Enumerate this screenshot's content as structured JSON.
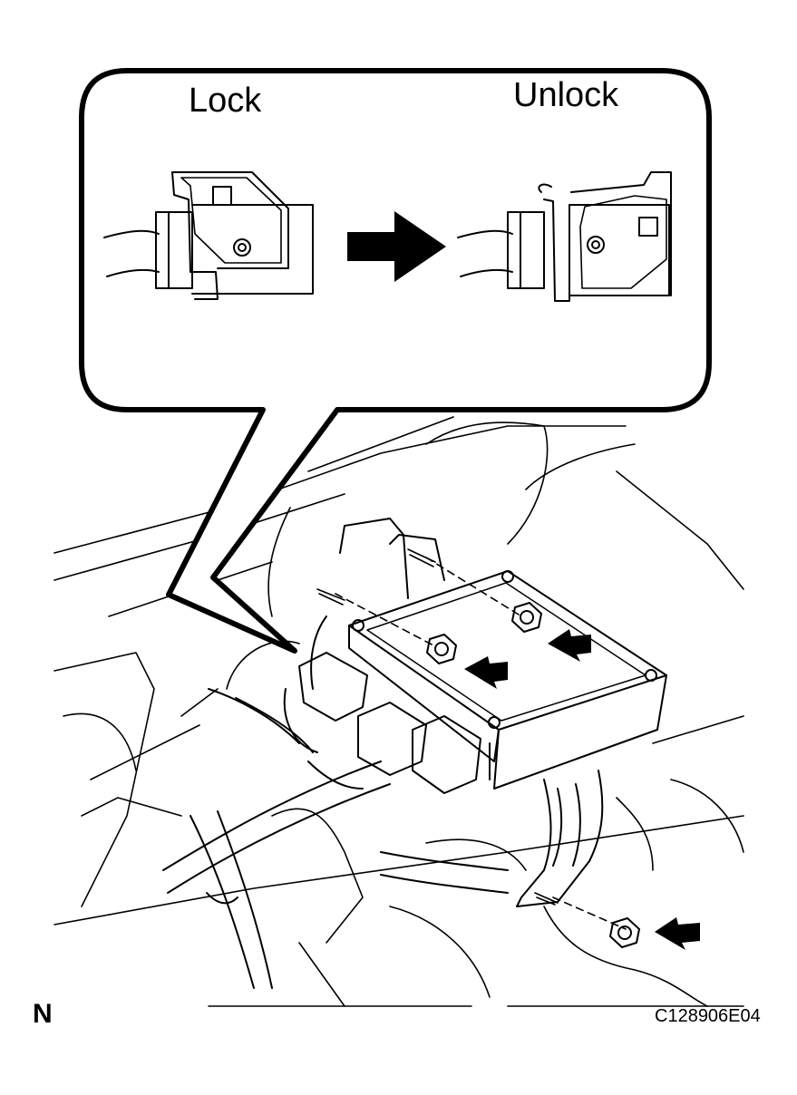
{
  "callout": {
    "lock_label": "Lock",
    "unlock_label": "Unlock"
  },
  "orientation_marker": "N",
  "figure_code": "C128906E04",
  "colors": {
    "line": "#000000",
    "background": "#ffffff"
  },
  "icons": [
    "right-arrow-icon",
    "left-arrow-icon"
  ]
}
